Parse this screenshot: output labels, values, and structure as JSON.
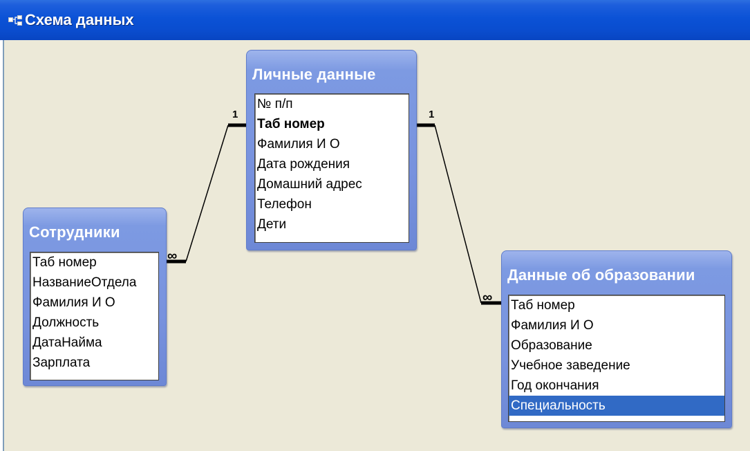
{
  "window": {
    "title": "Схема данных",
    "icon": "relationships-icon"
  },
  "tables": {
    "personal": {
      "title": "Личные данные",
      "fields": [
        "№ п/п",
        "Таб номер",
        "Фамилия И О",
        "Дата рождения",
        "Домашний адрес",
        "Телефон",
        "Дети"
      ],
      "key_field": "Таб номер"
    },
    "employees": {
      "title": "Сотрудники",
      "fields": [
        "Таб номер",
        "НазваниеОтдела",
        "Фамилия И О",
        "Должность",
        "ДатаНайма",
        "Зарплата"
      ]
    },
    "education": {
      "title": "Данные об образовании",
      "fields": [
        "Таб номер",
        "Фамилия И О",
        "Образование",
        "Учебное заведение",
        "Год окончания",
        "Специальность"
      ],
      "selected_field": "Специальность"
    }
  },
  "relationships": [
    {
      "from": "Личные данные",
      "to": "Сотрудники",
      "one_label": "1",
      "many_label": "∞"
    },
    {
      "from": "Личные данные",
      "to": "Данные об образовании",
      "one_label": "1",
      "many_label": "∞"
    }
  ],
  "colors": {
    "titlebar": "#0a4dcf",
    "canvas": "#ece9d8",
    "table_frame": "#7892de",
    "selection": "#316ac5"
  }
}
